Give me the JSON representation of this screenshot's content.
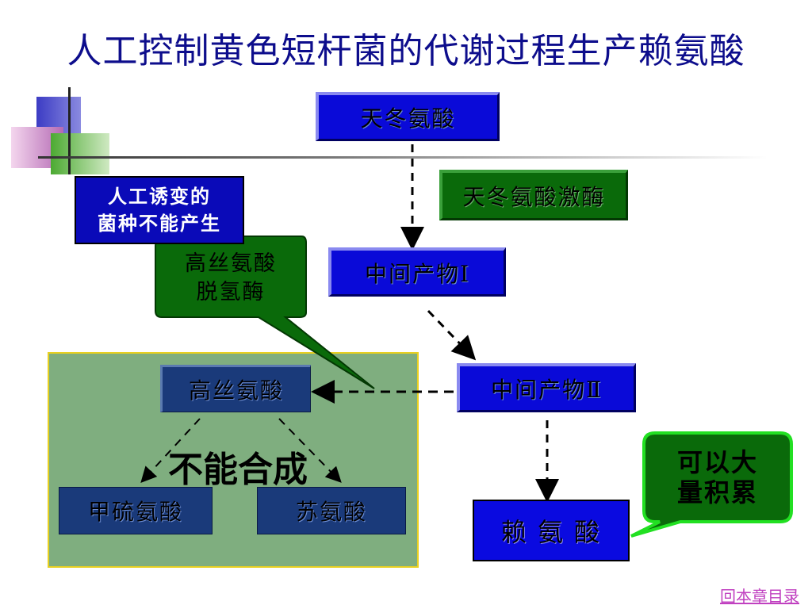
{
  "slide": {
    "title": "人工控制黄色短杆菌的代谢过程生产赖氨酸",
    "back_link": "回本章目录"
  },
  "nodes": {
    "aspartate": "天冬氨酸",
    "aspartate_kinase": "天冬氨酸激酶",
    "intermediate_1": "中间产物Ⅰ",
    "intermediate_2": "中间产物Ⅱ",
    "homoserine": "高丝氨酸",
    "methionine": "甲硫氨酸",
    "threonine": "苏氨酸",
    "lysine": "赖 氨 酸"
  },
  "callouts": {
    "mutant_line1": "人工诱变的",
    "mutant_line2": "菌种不能产生",
    "enzyme_line1": "高丝氨酸",
    "enzyme_line2": "脱氢酶",
    "cannot_synthesize": "不能合成",
    "accumulate_line1": "可以大",
    "accumulate_line2": "量积累"
  },
  "colors": {
    "title": "#0d0d8c",
    "node_blue": "#0a0ad8",
    "node_navy": "#1a3a7a",
    "enzyme_green": "#0a6a0a",
    "panel_green": "#7fae7f",
    "panel_border": "#e8d020",
    "link": "#c040c0"
  }
}
